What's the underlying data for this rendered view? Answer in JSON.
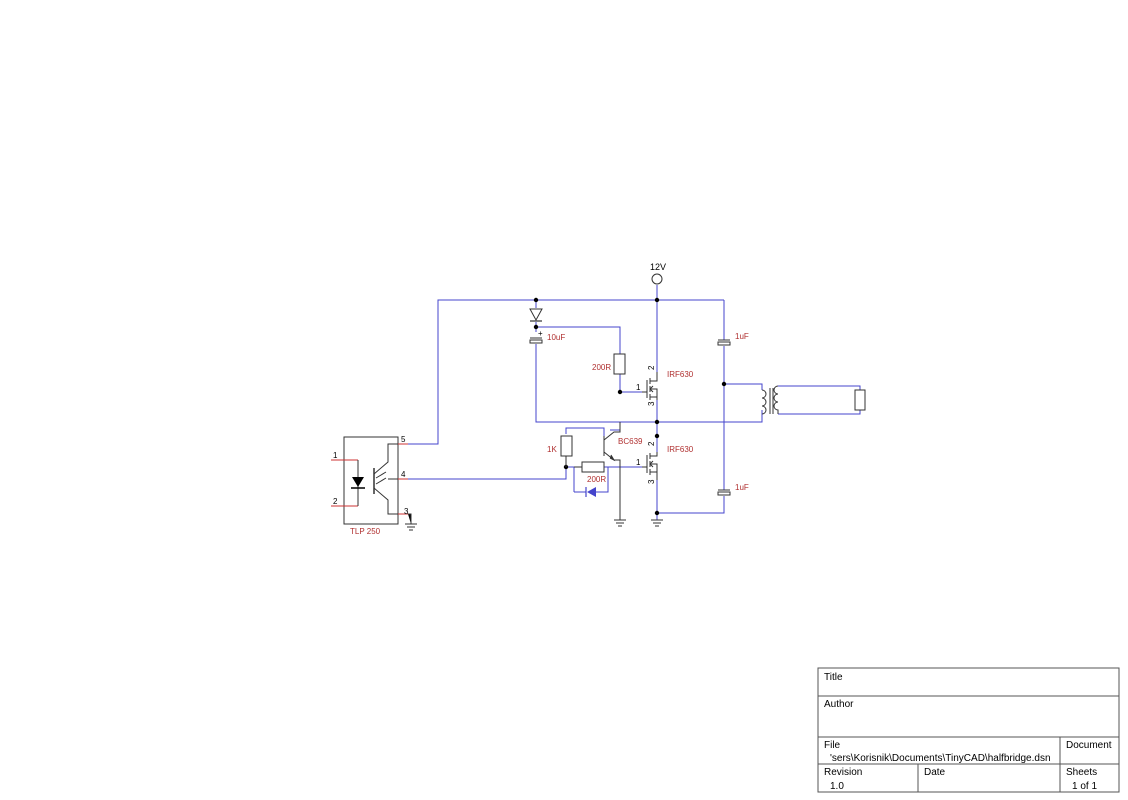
{
  "colors": {
    "wire": "#4444cc",
    "part": "#333333",
    "label": "#b03030",
    "pin_wire": "#cc3333",
    "border": "#555555"
  },
  "supply": {
    "label": "12V"
  },
  "components": {
    "optocoupler": {
      "name": "TLP 250",
      "pins": [
        "1",
        "2",
        "3",
        "4",
        "5"
      ]
    },
    "c_boot": {
      "name": "10uF",
      "plus": "+"
    },
    "r_gate_high": {
      "name": "200R"
    },
    "q_high": {
      "name": "IRF630",
      "pin_g": "1",
      "pin_d": "2",
      "pin_s": "3"
    },
    "q_low": {
      "name": "IRF630",
      "pin_g": "1",
      "pin_d": "2",
      "pin_s": "3"
    },
    "transistor": {
      "name": "BC639"
    },
    "r_base": {
      "name": "1K"
    },
    "r_gate_low": {
      "name": "200R"
    },
    "c_top": {
      "name": "1uF"
    },
    "c_bottom": {
      "name": "1uF"
    }
  },
  "title_block": {
    "title_label": "Title",
    "title_value": "",
    "author_label": "Author",
    "author_value": "",
    "file_label": "File",
    "file_value": "'sers\\Korisnik\\Documents\\TinyCAD\\halfbridge.dsn",
    "document_label": "Document",
    "document_value": "",
    "revision_label": "Revision",
    "revision_value": "1.0",
    "date_label": "Date",
    "date_value": "",
    "sheets_label": "Sheets",
    "sheets_value": "1 of 1"
  }
}
